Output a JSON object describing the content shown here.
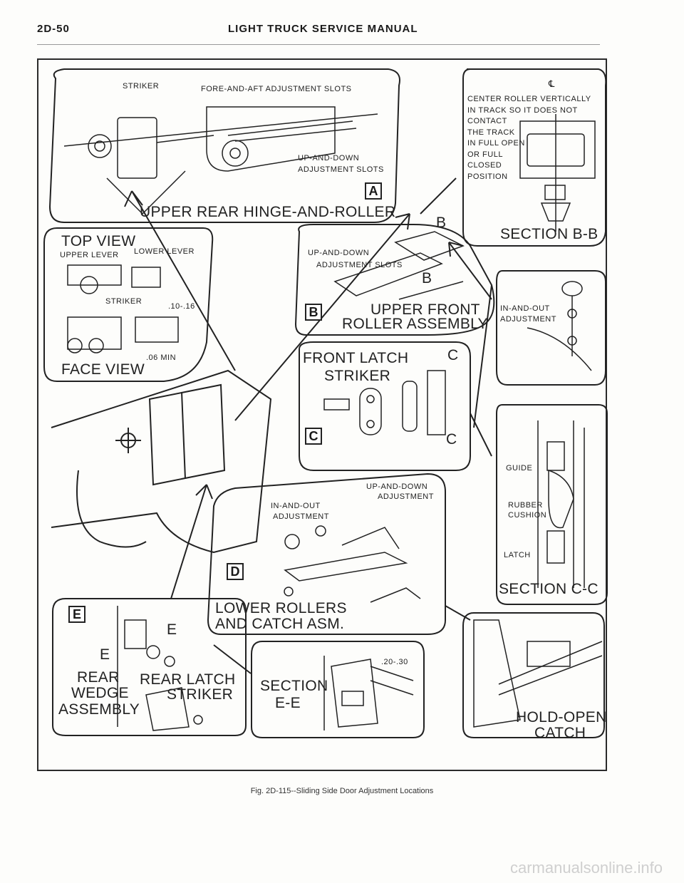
{
  "header": {
    "page_number": "2D-50",
    "title": "LIGHT TRUCK SERVICE MANUAL"
  },
  "panel_a": {
    "badge": "A",
    "striker": "STRIKER",
    "fore_aft": "FORE-AND-AFT ADJUSTMENT SLOTS",
    "up_down_1": "UP-AND-DOWN",
    "up_down_2": "ADJUSTMENT SLOTS",
    "title": "UPPER REAR HINGE-AND-ROLLER"
  },
  "section_bb": {
    "cl_symbol": "℄",
    "lines": [
      "CENTER ROLLER VERTICALLY",
      "IN TRACK SO IT DOES NOT",
      "CONTACT",
      "THE TRACK",
      "IN FULL OPEN",
      "OR FULL",
      "CLOSED",
      "POSITION"
    ],
    "title": "SECTION B-B"
  },
  "top_view": {
    "title": "TOP VIEW",
    "upper_lever": "UPPER LEVER",
    "lower_lever": "LOWER LEVER",
    "dim": ".10-.16",
    "striker": "STRIKER",
    "min": ".06 MIN",
    "face_view": "FACE VIEW"
  },
  "panel_b": {
    "badge": "B",
    "up_down_1": "UP-AND-DOWN",
    "up_down_2": "ADJUSTMENT SLOTS",
    "b_mark": "B",
    "title_1": "UPPER FRONT",
    "title_2": "ROLLER ASSEMBLY"
  },
  "in_out_upper": {
    "line1": "IN-AND-OUT",
    "line2": "ADJUSTMENT"
  },
  "panel_c": {
    "badge": "C",
    "title_1": "FRONT LATCH",
    "title_2": "STRIKER",
    "c_mark": "C"
  },
  "section_cc": {
    "guide": "GUIDE",
    "rubber": "RUBBER",
    "cushion": "CUSHION",
    "latch": "LATCH",
    "title": "SECTION C-C"
  },
  "panel_d": {
    "badge": "D",
    "up_down_1": "UP-AND-DOWN",
    "up_down_2": "ADJUSTMENT",
    "in_out_1": "IN-AND-OUT",
    "in_out_2": "ADJUSTMENT",
    "title_1": "LOWER ROLLERS",
    "title_2": "AND CATCH ASM."
  },
  "panel_e": {
    "badge": "E",
    "e_mark": "E",
    "rear": "REAR",
    "wedge": "WEDGE",
    "assembly": "ASSEMBLY",
    "latch_1": "REAR LATCH",
    "latch_2": "STRIKER"
  },
  "section_ee": {
    "dim": ".20-.30",
    "title_1": "SECTION",
    "title_2": "E-E"
  },
  "hold_open": {
    "line1": "HOLD-OPEN",
    "line2": "CATCH"
  },
  "caption": "Fig. 2D-115--Sliding Side Door Adjustment Locations",
  "watermark": "carmanualsonline.info"
}
